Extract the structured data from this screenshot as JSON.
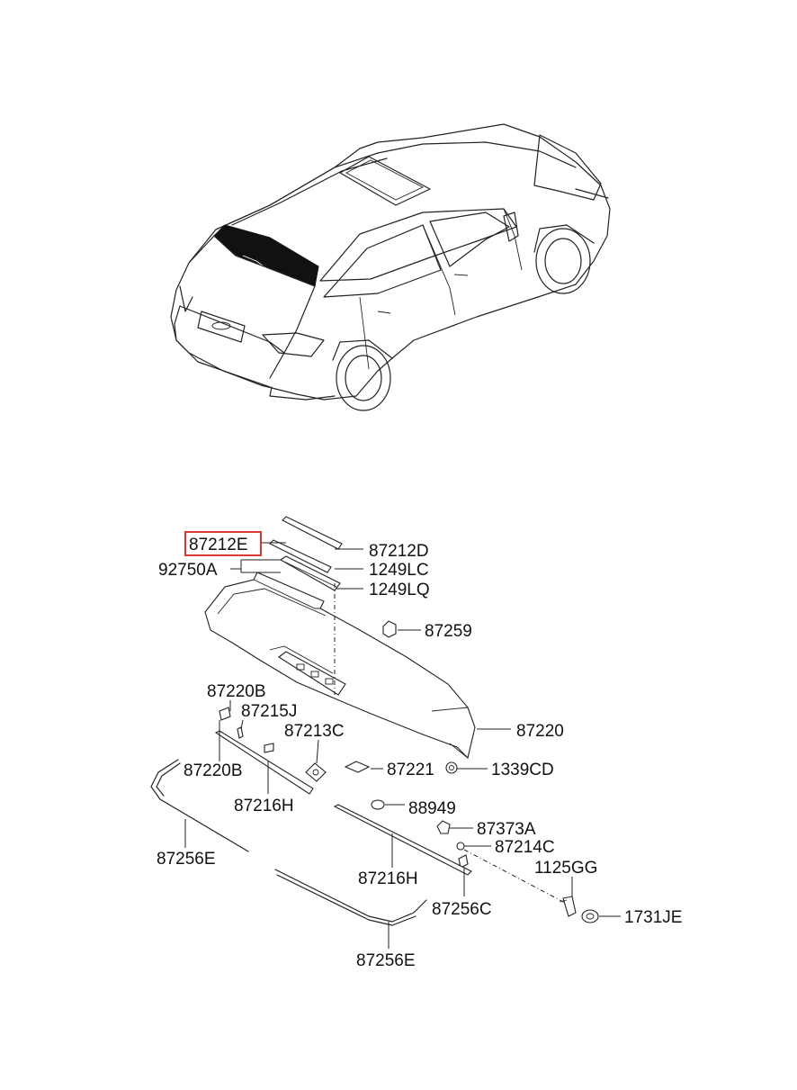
{
  "diagram": {
    "highlighted_part": "87212E",
    "highlight_color": "#d9231f",
    "labels": {
      "p87212E": "87212E",
      "p87212D": "87212D",
      "p92750A": "92750A",
      "p1249LC": "1249LC",
      "p1249LQ": "1249LQ",
      "p87259": "87259",
      "p87220B_top": "87220B",
      "p87215J": "87215J",
      "p87213C": "87213C",
      "p87220": "87220",
      "p87220B_bottom": "87220B",
      "p87221": "87221",
      "p1339CD": "1339CD",
      "p87216H_left": "87216H",
      "p88949": "88949",
      "p87373A": "87373A",
      "p87214C": "87214C",
      "p87256E_left": "87256E",
      "p87216H_right": "87216H",
      "p1125GG": "1125GG",
      "p87256C": "87256C",
      "p1731JE": "1731JE",
      "p87256E_bottom": "87256E"
    }
  }
}
